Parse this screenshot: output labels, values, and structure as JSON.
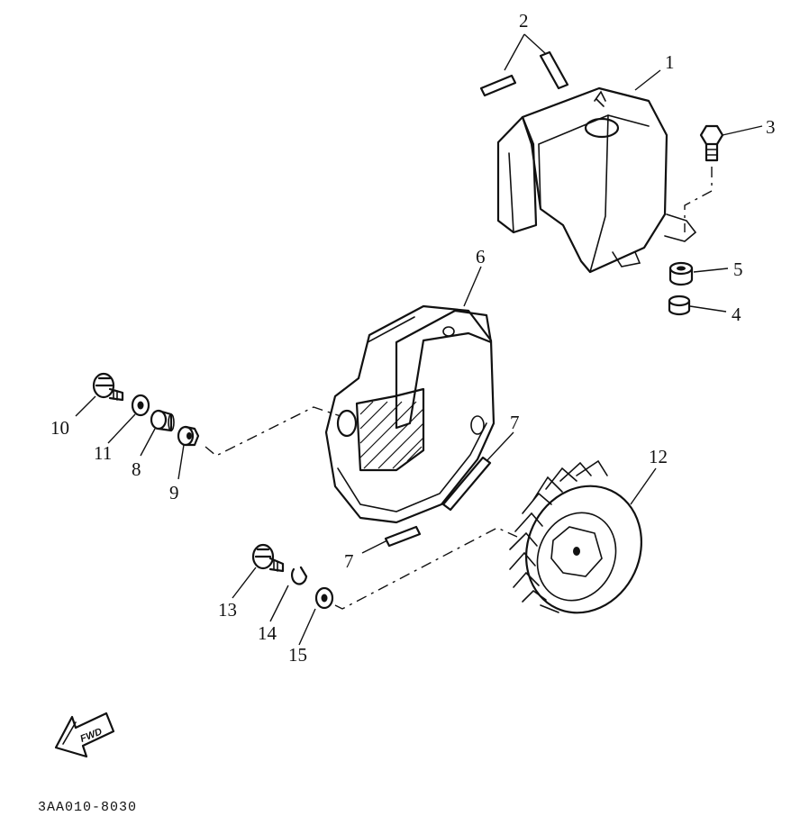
{
  "labels": {
    "p1": "1",
    "p2": "2",
    "p3": "3",
    "p4": "4",
    "p5": "5",
    "p6": "6",
    "p7a": "7",
    "p7b": "7",
    "p8": "8",
    "p9": "9",
    "p10": "10",
    "p11": "11",
    "p12": "12",
    "p13": "13",
    "p14": "14",
    "p15": "15"
  },
  "fwd_label": "FWD",
  "diagram_code": "3AA010-8030"
}
